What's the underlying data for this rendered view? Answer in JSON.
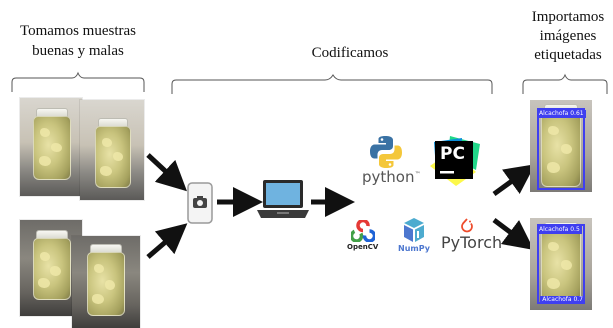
{
  "sections": {
    "sampling_title_line1": "Tomamos muestras",
    "sampling_title_line2": "buenas y malas",
    "coding_title": "Codificamos",
    "import_title_line1": "Importamos",
    "import_title_line2": "imágenes",
    "import_title_line3": "etiquetadas"
  },
  "logos": {
    "python": "python",
    "python_tm": "™",
    "pycharm": "PC",
    "opencv": "OpenCV",
    "numpy": "NumPy",
    "pytorch": "PyTorch"
  },
  "detections": {
    "top_label": "Alcachofa 0.61",
    "bottom_label_top": "Alcachofa 0.5",
    "bottom_label_bottom": "Alcachofa 0.7"
  },
  "colors": {
    "arrow": "#111111",
    "bbox": "#3f3ff0",
    "python_blue": "#3a72a4",
    "python_yellow": "#f4c73a",
    "pycharm_green": "#21d789",
    "pytorch_orange": "#ee4c2c",
    "numpy_blue": "#4d77cf"
  }
}
